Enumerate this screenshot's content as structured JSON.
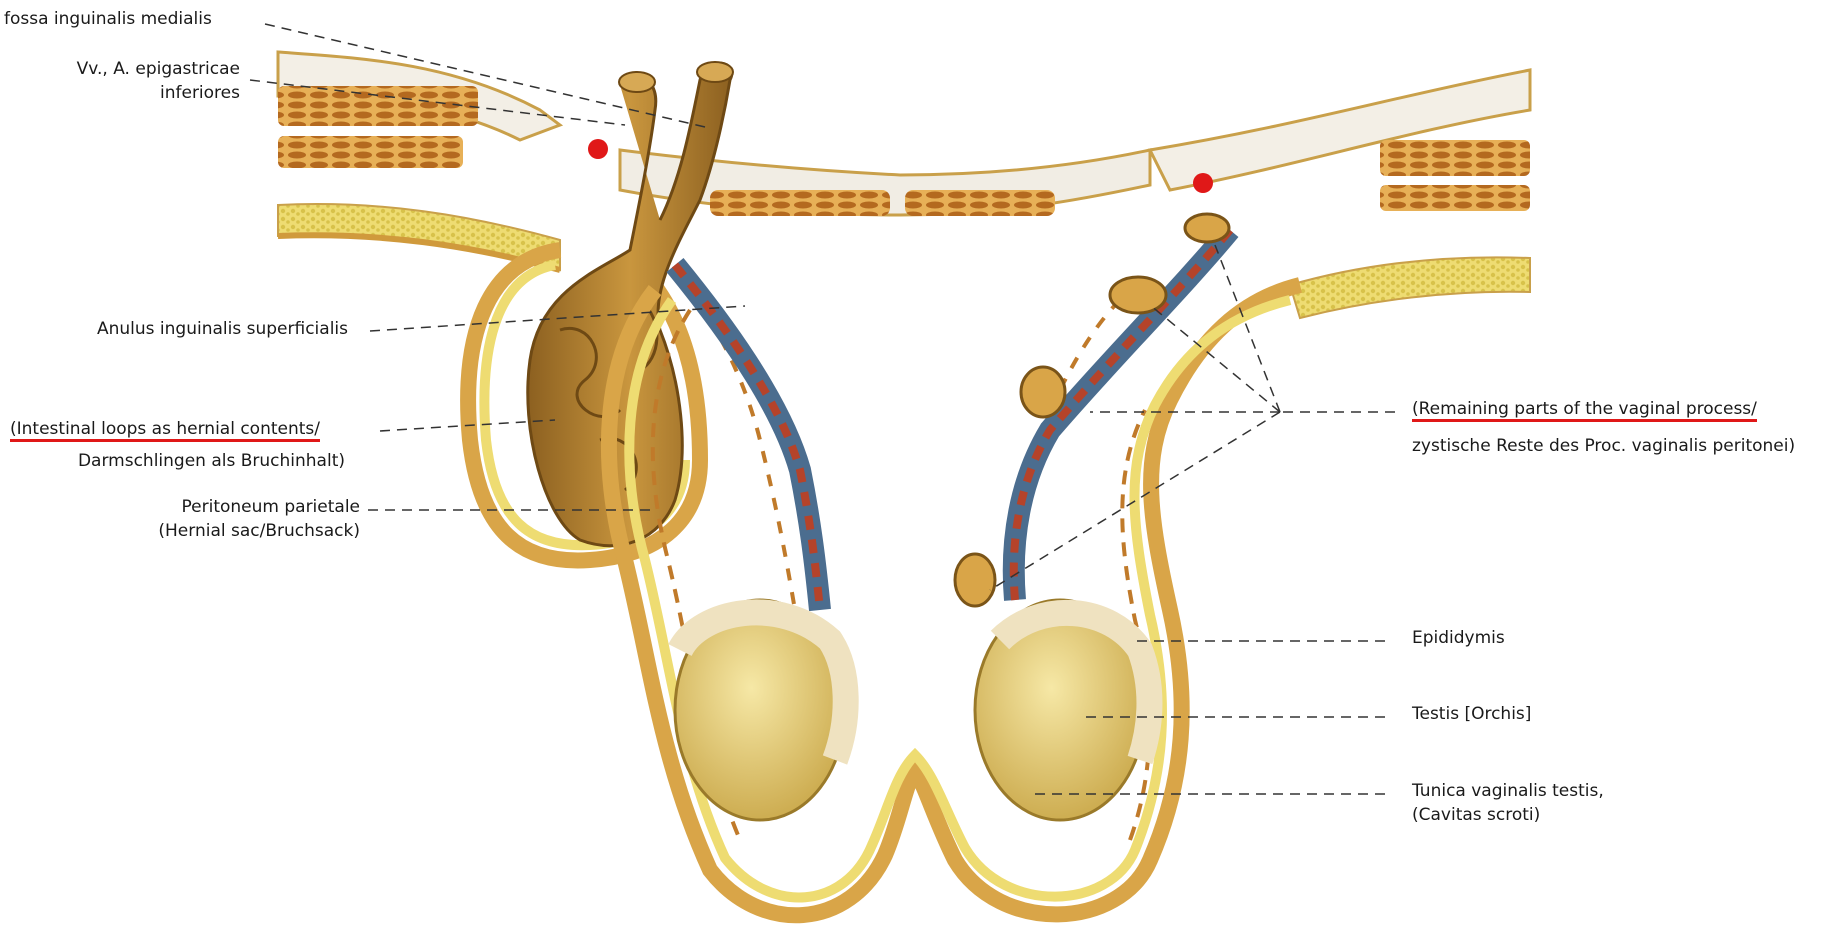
{
  "labels": {
    "fossa": "fossa inguinalis medialis",
    "epigastric_1": "Vv., A. epigastricae",
    "epigastric_2": "inferiores",
    "anulus": "Anulus inguinalis superficialis",
    "intestinal_en": "(Intestinal loops as hernial contents/",
    "intestinal_de": "Darmschlingen als Bruchinhalt)",
    "peritoneum_1": "Peritoneum parietale",
    "peritoneum_2": "(Hernial sac/Bruchsack)",
    "remaining_en": "(Remaining parts of the vaginal process/",
    "remaining_de": "zystische Reste des Proc. vaginalis peritonei)",
    "epididymis": "Epididymis",
    "testis": "Testis [Orchis]",
    "tunica_1": "Tunica vaginalis testis,",
    "tunica_2": "(Cavitas scroti)"
  },
  "colors": {
    "highlight_underline": "#e01818",
    "marker_dot": "#e01818",
    "skin": "#d9a548",
    "fat": "#e9d667",
    "muscle": "#c07a2a",
    "intestine": "#b98a32",
    "testis": "#e8d27a",
    "vessel_vein": "#4b6d8f",
    "vessel_artery": "#b5432a"
  },
  "icons": {
    "marker": "red-dot-marker"
  }
}
